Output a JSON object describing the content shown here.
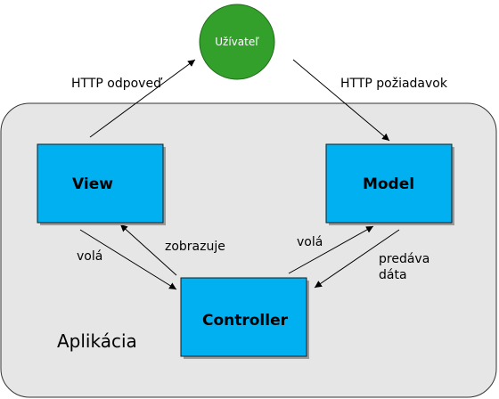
{
  "nodes": {
    "user": "Užívateľ",
    "view": "View",
    "model": "Model",
    "controller": "Controller"
  },
  "container": {
    "label": "Aplikácia"
  },
  "edges": {
    "http_response": "HTTP odpoveď",
    "http_request": "HTTP požiadavok",
    "view_calls": "volá",
    "controller_displays": "zobrazuje",
    "controller_calls": "volá",
    "model_passes_line1": "predáva",
    "model_passes_line2": "dáta"
  },
  "colors": {
    "box_fill": "#00b0f0",
    "user_fill": "#33a02c",
    "frame_fill": "#e6e6e6"
  }
}
